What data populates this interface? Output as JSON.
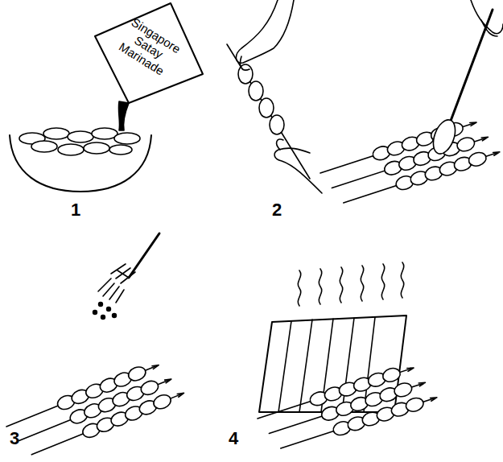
{
  "diagram": {
    "labels": [
      "Singapore Satay Marinade",
      "1",
      "2",
      "3",
      "4"
    ]
  }
}
